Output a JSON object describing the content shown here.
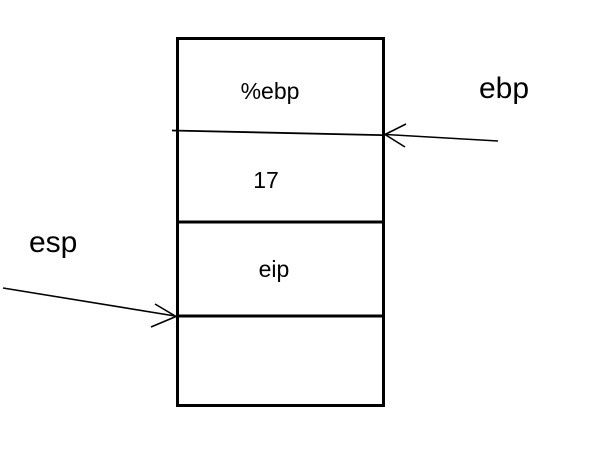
{
  "diagram": {
    "background_color": "#ffffff",
    "stroke_color": "#000000",
    "stack": {
      "cells": [
        {
          "label": "%ebp"
        },
        {
          "label": "17"
        },
        {
          "label": "eip"
        },
        {
          "label": ""
        }
      ]
    },
    "pointers": {
      "ebp": {
        "label": "ebp",
        "side": "right"
      },
      "esp": {
        "label": "esp",
        "side": "left"
      }
    }
  }
}
